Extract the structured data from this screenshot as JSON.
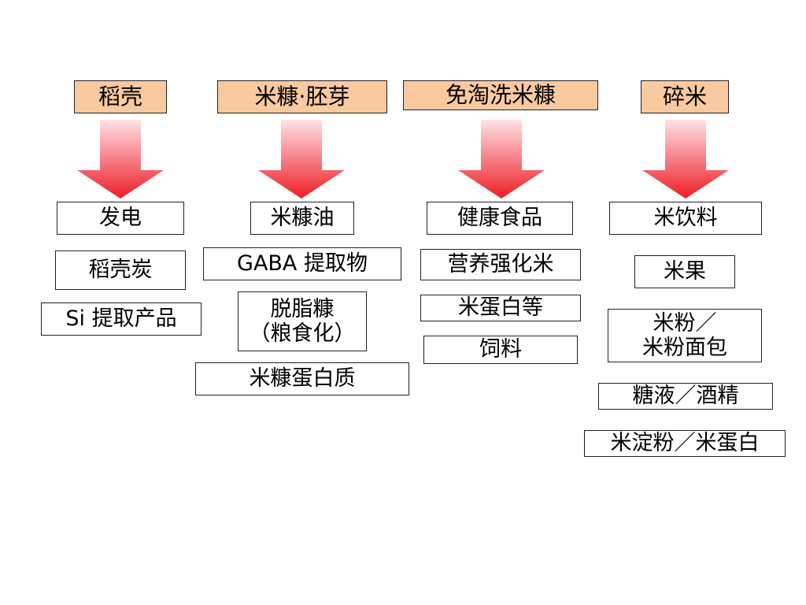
{
  "colors": {
    "header_fill": "#f9c9a0",
    "arrow_top": "#ffe3e6",
    "arrow_bottom": "#ee1c25"
  },
  "columns": [
    {
      "header": "稻壳",
      "items": [
        "发电",
        "稻壳炭",
        "Si 提取产品"
      ]
    },
    {
      "header": "米糠·胚芽",
      "items": [
        "米糠油",
        "GABA 提取物",
        "脱脂糠\n（粮食化）",
        "米糠蛋白质"
      ]
    },
    {
      "header": "免淘洗米糠",
      "items": [
        "健康食品",
        "营养强化米",
        "米蛋白等",
        "饲料"
      ]
    },
    {
      "header": "碎米",
      "items": [
        "米饮料",
        "米果",
        "米粉／\n米粉面包",
        "糖液／酒精",
        "米淀粉／米蛋白"
      ]
    }
  ]
}
